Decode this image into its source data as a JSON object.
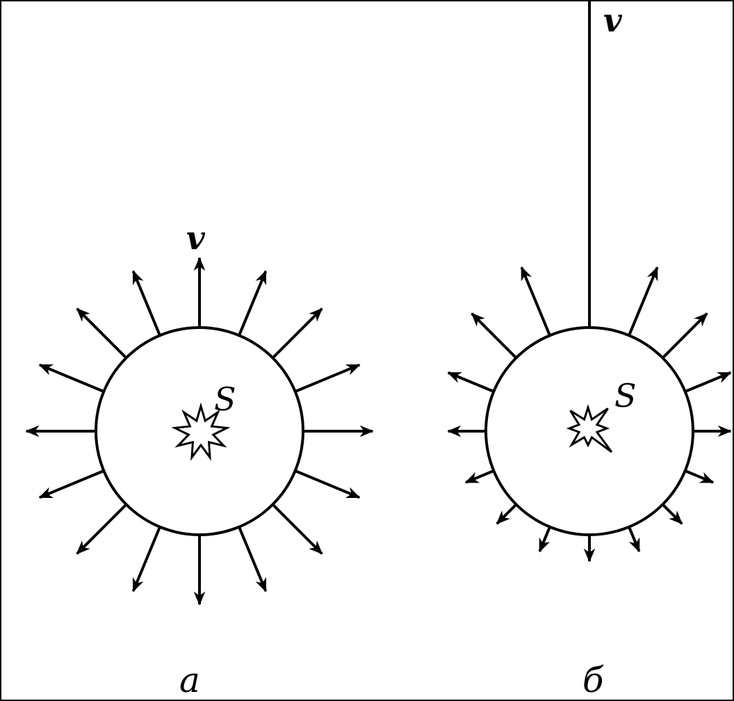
{
  "colors": {
    "ink": "#000000",
    "paper": "#ffffff"
  },
  "panels": [
    {
      "id": "a",
      "caption": "а",
      "source_label": "S",
      "velocity_label": "v"
    },
    {
      "id": "b",
      "caption": "б",
      "source_label": "S",
      "velocity_label": "v"
    }
  ]
}
